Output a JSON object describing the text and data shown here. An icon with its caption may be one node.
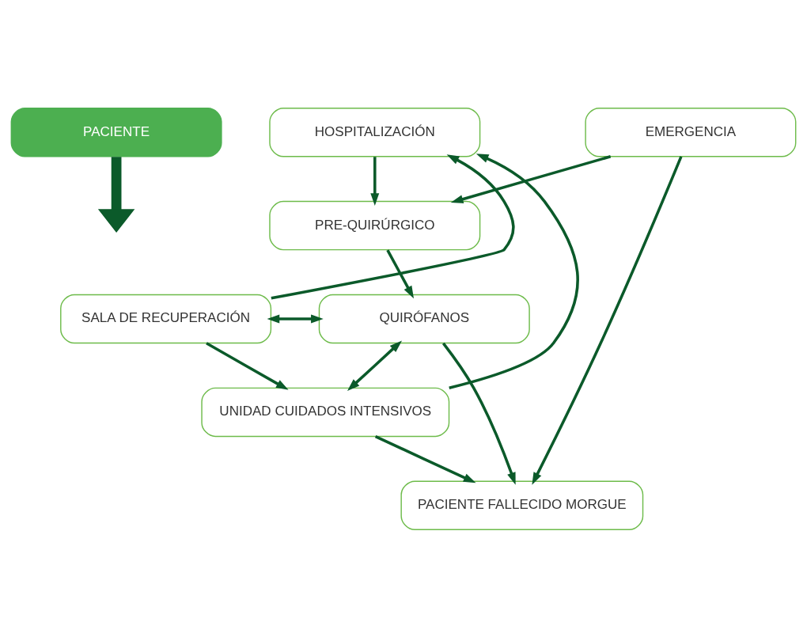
{
  "diagram": {
    "nodes": [
      {
        "text": [
          "PACIENTE"
        ]
      },
      {
        "text": [
          "HOSPITALIZACIÓN"
        ]
      },
      {
        "text": [
          "EMERGENCIA"
        ]
      },
      {
        "text": [
          "PRE-QUIRÚRGICO"
        ]
      },
      {
        "text": [
          "SALA DE RECUPERACIÓN"
        ]
      },
      {
        "text": [
          "QUIRÓFANOS"
        ]
      },
      {
        "text": [
          "UNIDAD CUIDADOS INTENSIVOS"
        ]
      },
      {
        "text": [
          "PACIENTE FALLECIDO MORGUE"
        ]
      }
    ],
    "edges": [
      {
        "from": 0,
        "to": null,
        "arrow": "to",
        "style": "thick"
      },
      {
        "from": 1,
        "to": 3,
        "arrow": "to"
      },
      {
        "from": 2,
        "to": 3,
        "arrow": "to"
      },
      {
        "from": 2,
        "to": 7,
        "arrow": "to"
      },
      {
        "from": 3,
        "to": 5,
        "arrow": "to"
      },
      {
        "from": 4,
        "to": 5,
        "arrow": "both"
      },
      {
        "from": 4,
        "to": 1,
        "arrow": "to"
      },
      {
        "from": 4,
        "to": 6,
        "arrow": "to"
      },
      {
        "from": 5,
        "to": 6,
        "arrow": "both"
      },
      {
        "from": 5,
        "to": 7,
        "arrow": "to"
      },
      {
        "from": 6,
        "to": 1,
        "arrow": "to"
      },
      {
        "from": 6,
        "to": 7,
        "arrow": "to"
      }
    ]
  }
}
